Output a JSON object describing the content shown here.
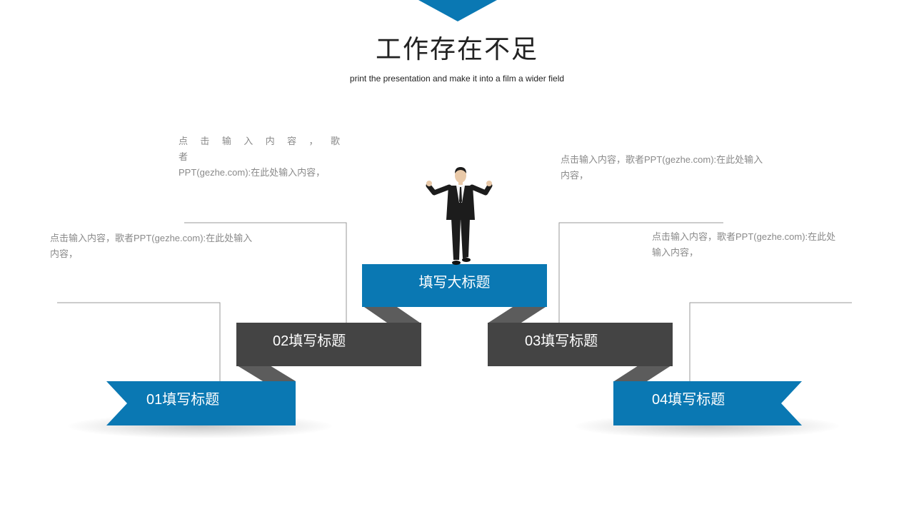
{
  "header": {
    "title": "工作存在不足",
    "subtitle": "print the presentation and make it into a film a wider field"
  },
  "steps": {
    "main": "填写大标题",
    "step_02": "02填写标题",
    "step_03": "03填写标题",
    "step_01": "01填写标题",
    "step_04": "04填写标题"
  },
  "notes": {
    "note_left_lower": [
      "点击输入内容，歌者PPT(gezhe.com):在此处输入",
      "内容，"
    ],
    "note_left_upper": [
      "点 击 输 入 内 容 ， 歌 者",
      "PPT(gezhe.com):在此处输入内容，"
    ],
    "note_right_upper": [
      "点击输入内容，歌者PPT(gezhe.com):在此处输入",
      "内容，"
    ],
    "note_right_lower": [
      "点击输入内容，歌者PPT(gezhe.com):在此处",
      "输入内容，"
    ]
  },
  "colors": {
    "accent_blue": "#0a78b3",
    "dark_gray": "#444444",
    "fold_gray": "#5c5c5c",
    "line_gray": "#9a9a9a"
  },
  "icons": {
    "figure": "businessman-cheering"
  }
}
